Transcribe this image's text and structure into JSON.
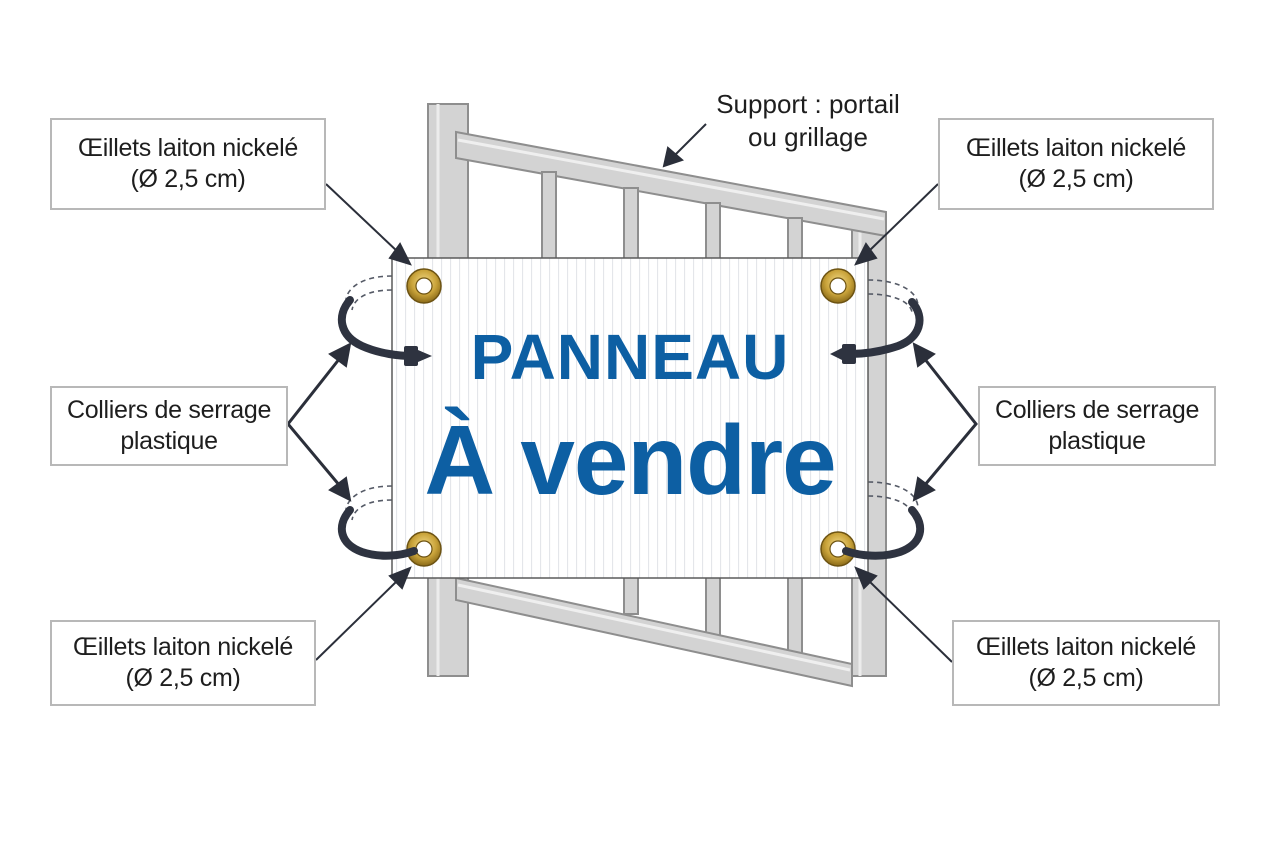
{
  "panel": {
    "line1": "PANNEAU",
    "line2": "À vendre",
    "text_color": "#0d5fa3"
  },
  "support_label": {
    "line1": "Support : portail",
    "line2": "ou grillage"
  },
  "eyelet_labels": {
    "top_left": {
      "line1": "Œillets laiton nickelé",
      "line2": "(Ø 2,5 cm)"
    },
    "top_right": {
      "line1": "Œillets laiton nickelé",
      "line2": "(Ø 2,5 cm)"
    },
    "bottom_left": {
      "line1": "Œillets laiton nickelé",
      "line2": "(Ø 2,5 cm)"
    },
    "bottom_right": {
      "line1": "Œillets laiton nickelé",
      "line2": "(Ø 2,5 cm)"
    }
  },
  "tie_labels": {
    "left": {
      "line1": "Colliers de serrage",
      "line2": "plastique"
    },
    "right": {
      "line1": "Colliers de serrage",
      "line2": "plastique"
    }
  },
  "colors": {
    "eyelet": "#c9a33a",
    "cable_tie": "#2e3340",
    "arrow": "#2b2f3a",
    "gate": "#c9c9c9"
  }
}
